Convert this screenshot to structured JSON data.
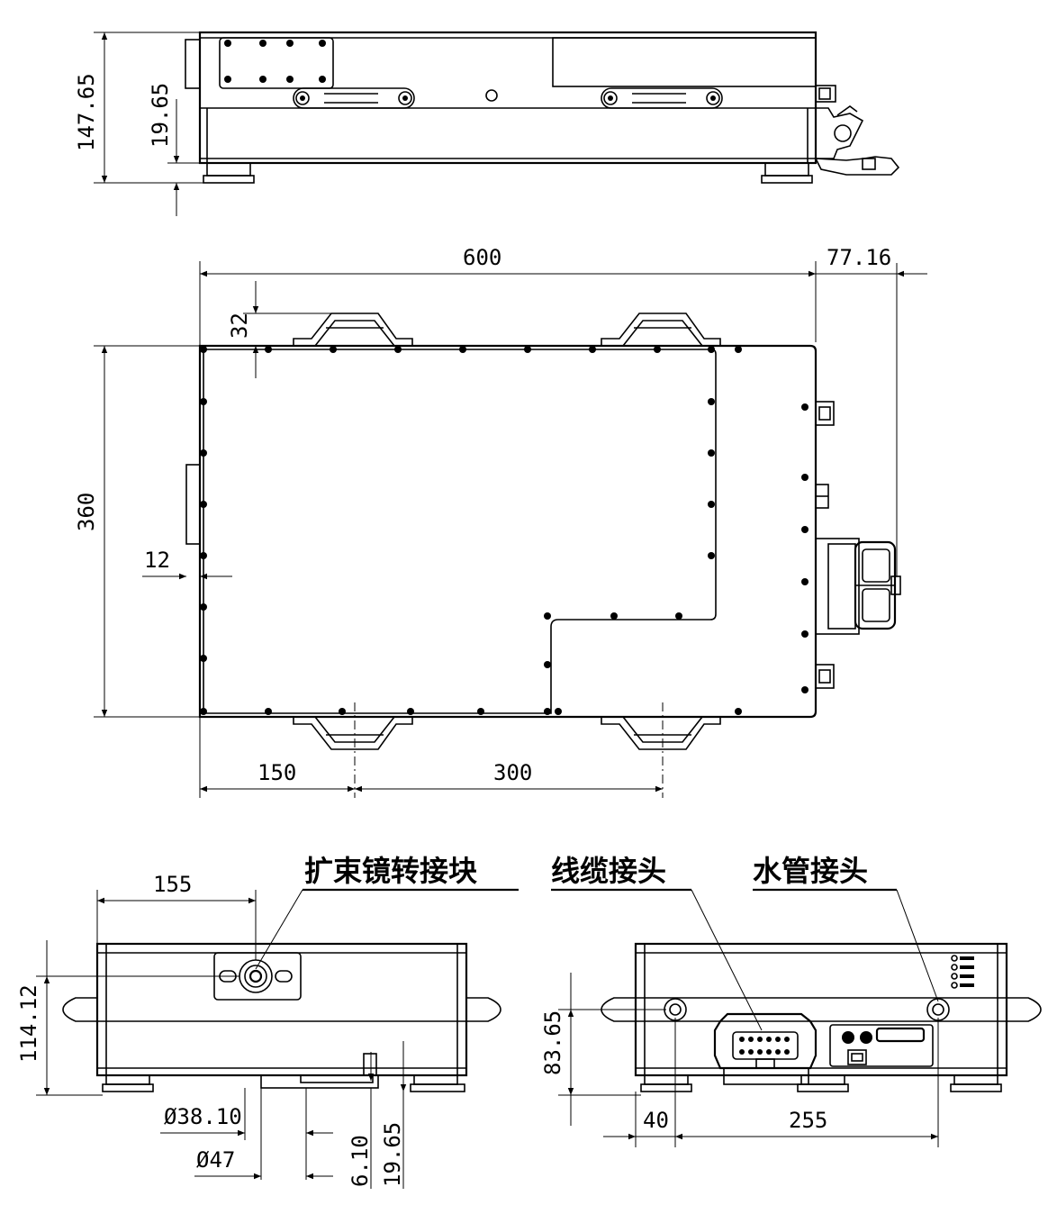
{
  "dimensions": {
    "top_view_height": "147.65",
    "top_view_foot": "19.65",
    "length": "600",
    "connector_protrusion": "77.16",
    "handle_offset": "32",
    "width": "360",
    "side_plate": "12",
    "handle_pos_1": "150",
    "handle_spacing": "300",
    "front_offset": "155",
    "front_height": "114.12",
    "diameter_inner": "Ø38.10",
    "diameter_outer": "Ø47",
    "front_gap": "6.10",
    "front_foot": "19.65",
    "rear_height": "83.65",
    "rear_offset": "40",
    "rear_spacing": "255"
  },
  "labels": {
    "beam_expander": "扩束镜转接块",
    "cable_connector": "线缆接头",
    "water_connector": "水管接头"
  }
}
